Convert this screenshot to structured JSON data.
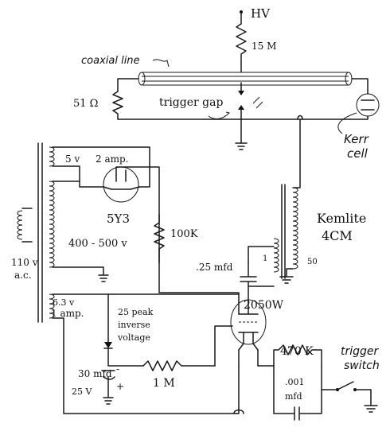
{
  "labels": {
    "hv": "HV",
    "r_15m": "15 M",
    "coaxial_line": "coaxial line",
    "r_51": "51 Ω",
    "trigger_gap": "trigger gap",
    "kerr_cell": "Kerr cell",
    "fil_5v": "5 v",
    "fil_2amp": "2 amp.",
    "tube_5y3": "5Y3",
    "hv_400_500": "400 - 500 v",
    "r_100k": "100K",
    "kemlite": "Kemlite 4CM",
    "pri_1": "1",
    "sec_50": "50",
    "cap_25mfd": ".25 mfd",
    "ac_110v": "110 v a.c.",
    "fil_6_3v": "6.3 v",
    "fil_1amp": "1 amp.",
    "piv": "25 peak inverse voltage",
    "tube_2050w": "2050W",
    "cap_30mfd": "30 mfd",
    "cap_25v": "25 V",
    "r_1m": "1 M",
    "r_470k": "470 K",
    "cap_001": ".001 mfd",
    "trigger_switch": "trigger switch"
  }
}
